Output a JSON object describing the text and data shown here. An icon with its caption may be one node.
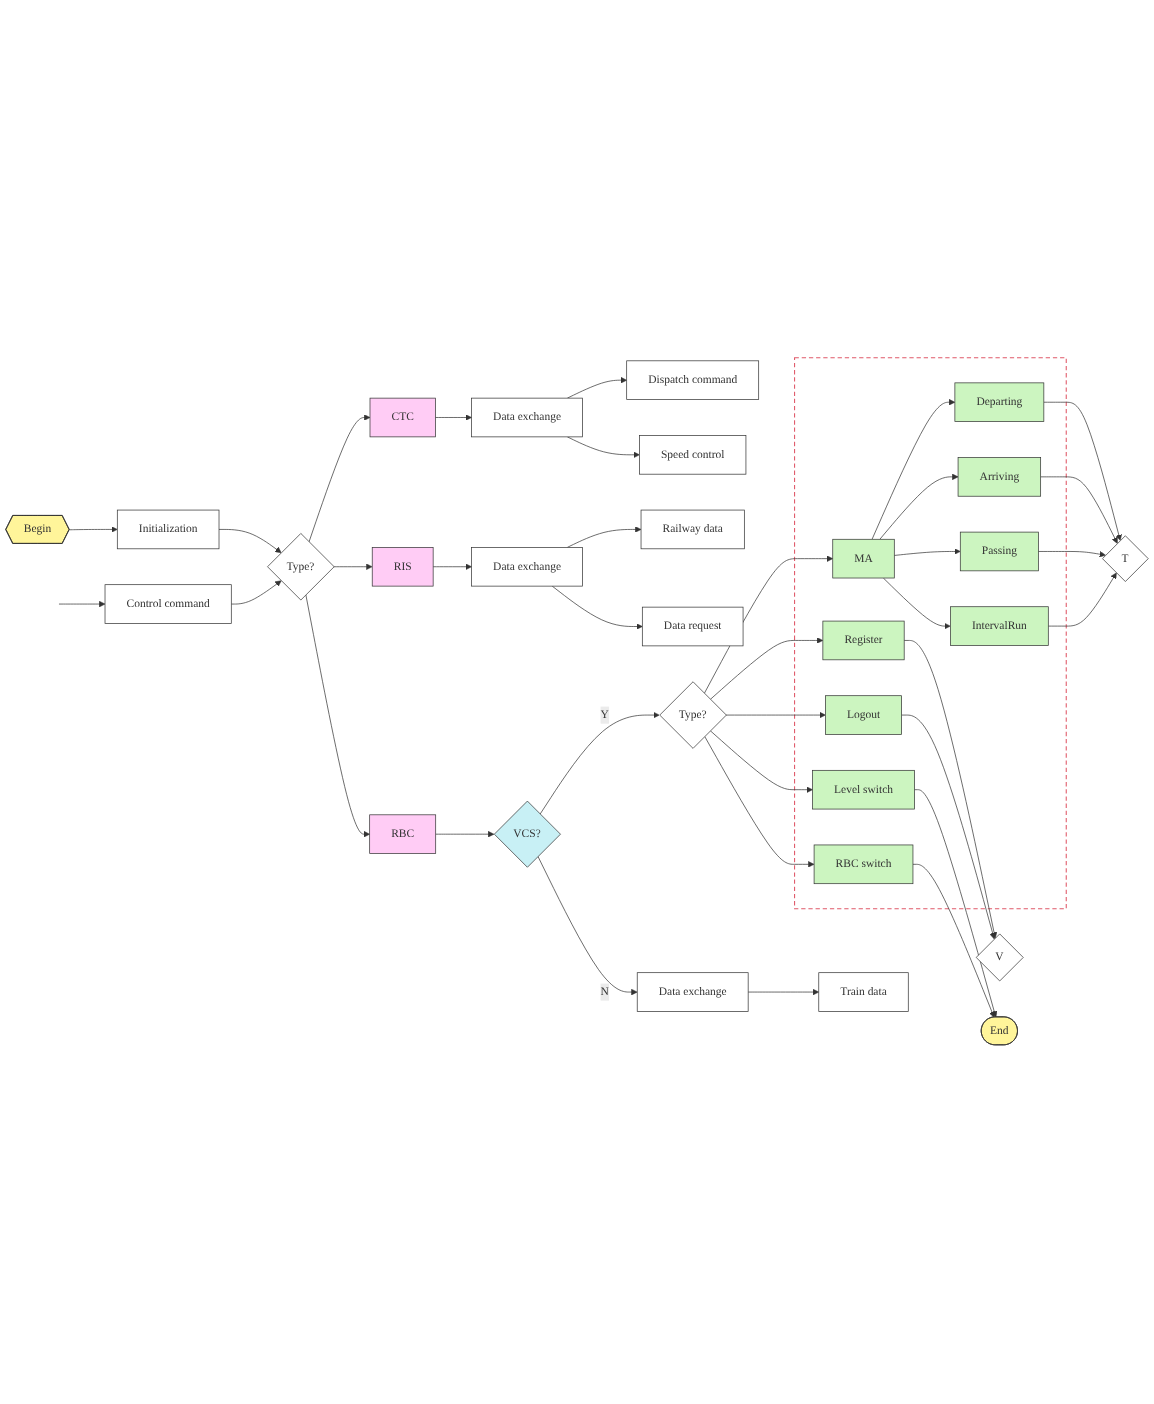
{
  "diagram": {
    "nodes": [
      {
        "text": [
          "Initialization"
        ]
      },
      {
        "text": [
          "Begin"
        ]
      },
      {
        "text": [
          "Control command"
        ]
      },
      {
        "text": [
          "Type?"
        ]
      },
      {
        "text": [
          "CTC"
        ]
      },
      {
        "text": [
          "Data exchange"
        ]
      },
      {
        "text": [
          "Dispatch command"
        ]
      },
      {
        "text": [
          "Speed control"
        ]
      },
      {
        "text": [
          "RIS"
        ]
      },
      {
        "text": [
          "Data exchange"
        ]
      },
      {
        "text": [
          "Railway data"
        ]
      },
      {
        "text": [
          "Data request"
        ]
      },
      {
        "text": [
          "RBC"
        ]
      },
      {
        "text": [
          "VCS?"
        ]
      },
      {
        "text": [
          "Data exchange"
        ]
      },
      {
        "text": [
          "Train data"
        ]
      },
      {
        "text": [
          "Type?"
        ]
      },
      {
        "text": [],
        "shape": "box"
      },
      {
        "text": [
          "Register"
        ],
        "in": 17
      },
      {
        "text": [
          "Logout"
        ],
        "in": 17
      },
      {
        "text": [
          "MA"
        ],
        "in": 17
      },
      {
        "text": [
          "Level switch"
        ],
        "in": 17
      },
      {
        "text": [
          "RBC switch"
        ],
        "in": 17
      },
      {
        "text": [
          "Departing"
        ],
        "in": 17
      },
      {
        "text": [
          "Arriving"
        ],
        "in": 17
      },
      {
        "text": [
          "Passing"
        ],
        "in": 17
      },
      {
        "text": [
          "IntervalRun"
        ],
        "in": 17
      },
      {
        "text": [
          "V"
        ]
      },
      {
        "text": [
          "T"
        ]
      },
      {
        "text": [
          "End"
        ]
      }
    ],
    "edges": [
      {
        "from": 1,
        "to": 0,
        "arrow": "to"
      },
      {
        "from": 0,
        "to": 3,
        "arrow": "to"
      },
      {
        "from": 2,
        "to": 3,
        "arrow": "to"
      },
      {
        "from": null,
        "to": 2,
        "arrow": "to"
      },
      {
        "from": 3,
        "to": 4,
        "arrow": "to"
      },
      {
        "from": 3,
        "to": 8,
        "arrow": "to"
      },
      {
        "from": 3,
        "to": 12,
        "arrow": "to"
      },
      {
        "from": 4,
        "to": 5,
        "arrow": "to"
      },
      {
        "from": 5,
        "to": 6,
        "arrow": "to"
      },
      {
        "from": 5,
        "to": 7,
        "arrow": "to"
      },
      {
        "from": 8,
        "to": 9,
        "arrow": "to"
      },
      {
        "from": 9,
        "to": 10,
        "arrow": "to"
      },
      {
        "from": 9,
        "to": 11,
        "arrow": "to"
      },
      {
        "from": 12,
        "to": 13,
        "arrow": "to"
      },
      {
        "from": 13,
        "to": 14,
        "arrow": "to",
        "label": "N"
      },
      {
        "from": 14,
        "to": 15,
        "arrow": "to"
      },
      {
        "from": 13,
        "to": 16,
        "arrow": "to",
        "label": "Y"
      },
      {
        "from": 16,
        "to": 18,
        "arrow": "to"
      },
      {
        "from": 16,
        "to": 19,
        "arrow": "to"
      },
      {
        "from": 16,
        "to": 20,
        "arrow": "to"
      },
      {
        "from": 16,
        "to": 21,
        "arrow": "to"
      },
      {
        "from": 16,
        "to": 22,
        "arrow": "to"
      },
      {
        "from": 20,
        "to": 23,
        "arrow": "to"
      },
      {
        "from": 20,
        "to": 24,
        "arrow": "to"
      },
      {
        "from": 20,
        "to": 25,
        "arrow": "to"
      },
      {
        "from": 20,
        "to": 26,
        "arrow": "to"
      },
      {
        "from": 18,
        "to": 27,
        "arrow": "to"
      },
      {
        "from": 19,
        "to": 27,
        "arrow": "to"
      },
      {
        "from": 23,
        "to": 28,
        "arrow": "to"
      },
      {
        "from": 24,
        "to": 28,
        "arrow": "to"
      },
      {
        "from": 25,
        "to": 28,
        "arrow": "to"
      },
      {
        "from": 26,
        "to": 28,
        "arrow": "to"
      },
      {
        "from": 21,
        "to": 29,
        "arrow": "to"
      },
      {
        "from": 22,
        "to": 29,
        "arrow": "to"
      }
    ]
  }
}
